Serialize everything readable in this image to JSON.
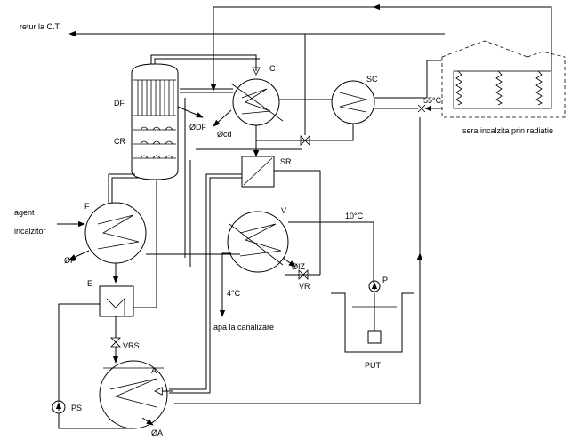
{
  "labels": {
    "retur": "retur la C.T.",
    "agent": "agent",
    "incalzitor": "incalzitor",
    "sera": "sera incalzita prin radiatie",
    "apa_canal": "apa la canalizare",
    "put": "PUT",
    "t55": "55°C",
    "t10": "10°C",
    "t4": "4°C"
  },
  "components": {
    "DF": "DF",
    "CR": "CR",
    "C": "C",
    "SC": "SC",
    "SR": "SR",
    "V": "V",
    "VR": "VR",
    "F": "F",
    "E": "E",
    "VRS": "VRS",
    "A": "A",
    "PS": "PS",
    "P": "P"
  },
  "heat_flows": {
    "phi_DF": "ØDF",
    "phi_cd": "Øcd",
    "phi_F": "ØF",
    "phi_IZ": "ØIZ",
    "phi_A": "ØA"
  }
}
